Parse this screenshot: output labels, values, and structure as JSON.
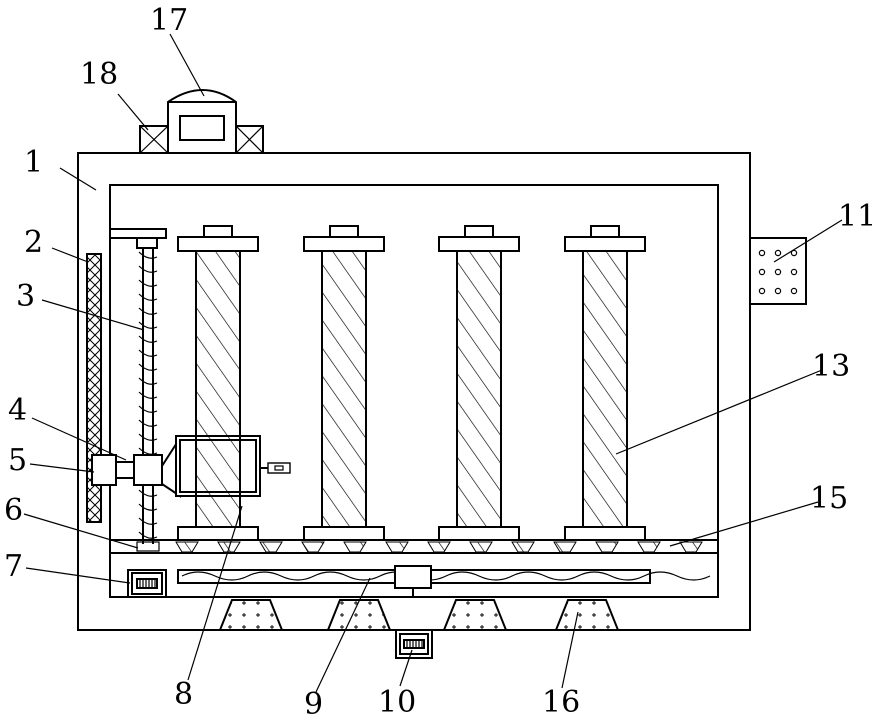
{
  "labels": {
    "l1": "1",
    "l2": "2",
    "l3": "3",
    "l4": "4",
    "l5": "5",
    "l6": "6",
    "l7": "7",
    "l8": "8",
    "l9": "9",
    "l10": "10",
    "l11": "11",
    "l13": "13",
    "l15": "15",
    "l16": "16",
    "l17": "17",
    "l18": "18"
  },
  "colors": {
    "line": "#000000",
    "background": "#ffffff"
  }
}
